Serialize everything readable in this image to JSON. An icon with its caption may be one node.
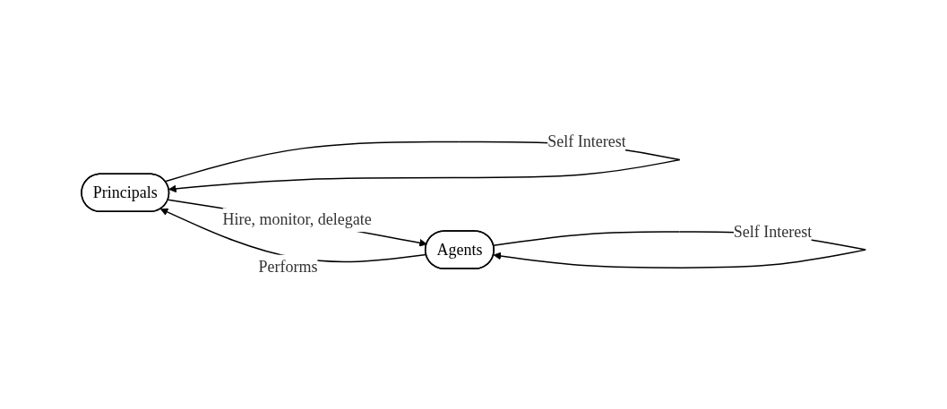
{
  "diagram": {
    "nodes": [
      {
        "text": [
          "Principals"
        ]
      },
      {
        "text": [
          "Agents"
        ]
      }
    ],
    "edges": [
      {
        "from": 0,
        "to": 1,
        "arrow": "to",
        "label": "Hire, monitor, delegate"
      },
      {
        "from": 1,
        "to": 0,
        "arrow": "to",
        "label": "Performs"
      },
      {
        "from": 0,
        "to": 0,
        "arrow": "to",
        "label": "Self Interest"
      },
      {
        "from": 1,
        "to": 1,
        "arrow": "to",
        "label": "Self Interest"
      }
    ]
  }
}
